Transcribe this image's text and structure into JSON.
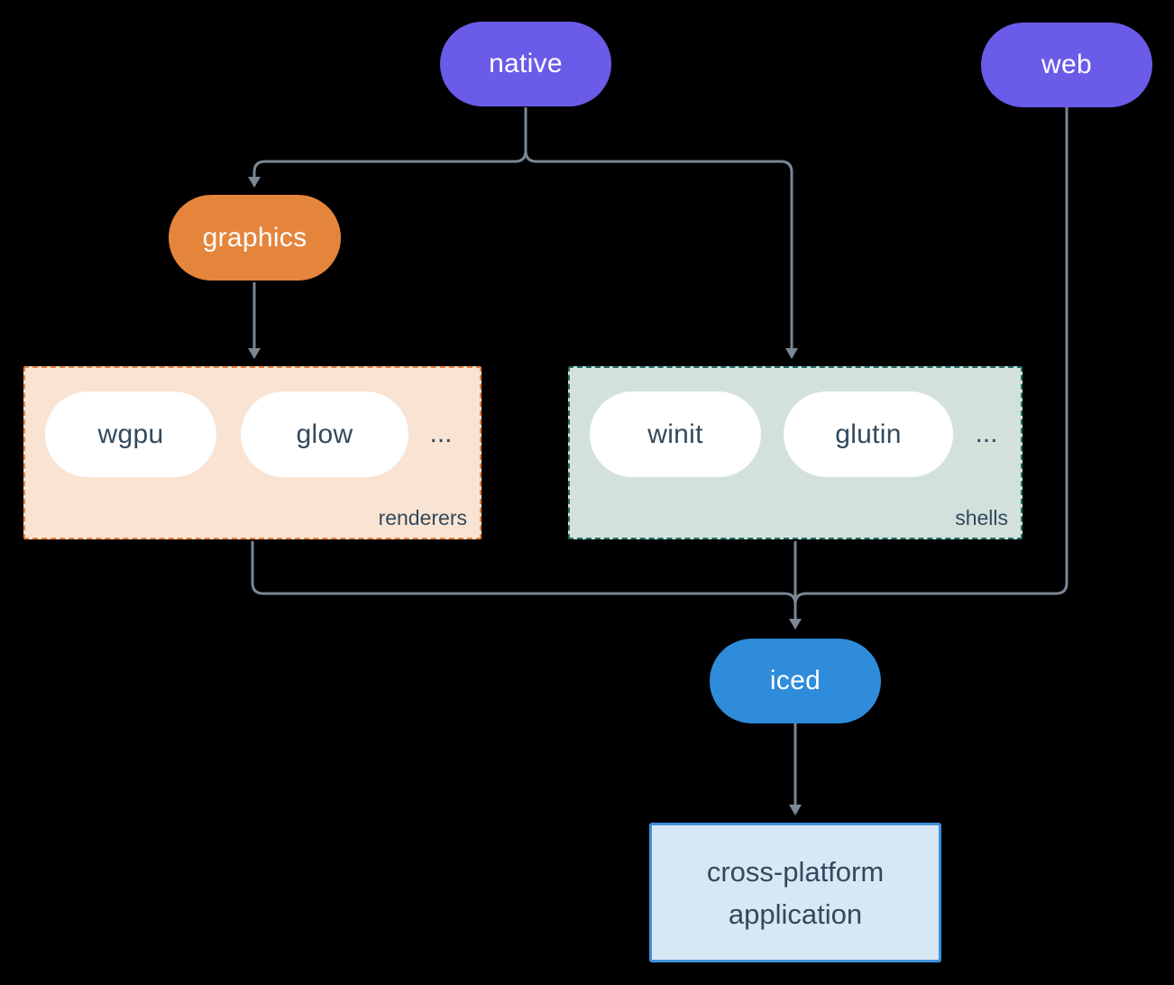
{
  "diagram": {
    "nodes": {
      "native": {
        "label": "native"
      },
      "web": {
        "label": "web"
      },
      "graphics": {
        "label": "graphics"
      },
      "iced": {
        "label": "iced"
      },
      "application": {
        "label": "cross-platform application"
      }
    },
    "groups": {
      "renderers": {
        "label": "renderers",
        "items": [
          {
            "label": "wgpu"
          },
          {
            "label": "glow"
          }
        ],
        "ellipsis": "..."
      },
      "shells": {
        "label": "shells",
        "items": [
          {
            "label": "winit"
          },
          {
            "label": "glutin"
          }
        ],
        "ellipsis": "..."
      }
    },
    "edges": [
      "native-to-graphics",
      "native-to-shells",
      "graphics-to-renderers",
      "renderers-to-iced",
      "web-to-iced",
      "shells-to-iced",
      "iced-to-application"
    ]
  },
  "colors": {
    "background": "#000000",
    "purple": "#6A5BE8",
    "orange": "#E5853C",
    "orange_light": "#F9E3D3",
    "orange_border": "#E8823C",
    "teal_dark": "#1E7065",
    "teal_light": "#D2E1DC",
    "blue": "#2F8CDB",
    "blue_light": "#D8E7F6",
    "blue_border": "#3F8FD9",
    "text_dark": "#33495C",
    "text_light": "#FFFFFF",
    "connector": "#7A8794"
  }
}
